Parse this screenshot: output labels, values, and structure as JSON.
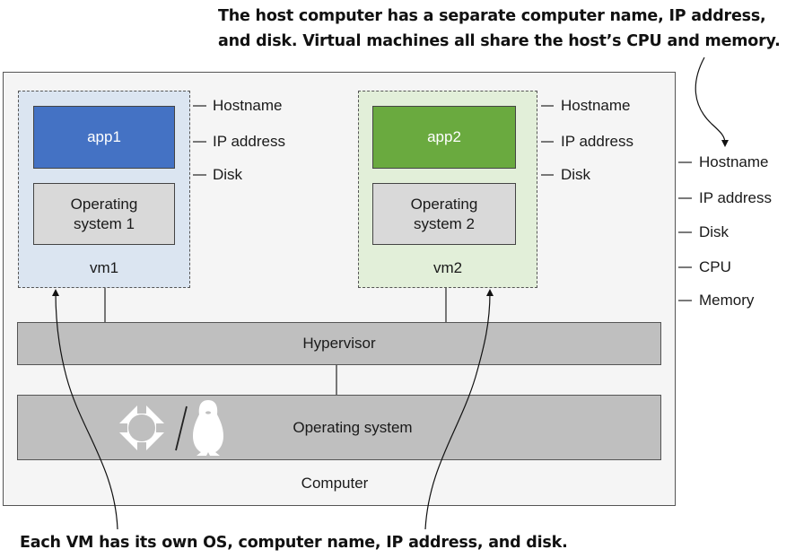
{
  "callouts": {
    "top_line1": "The host computer has a separate computer name, IP address,",
    "top_line2": "and disk. Virtual machines all share the host’s CPU and memory.",
    "bottom": "Each VM has its own OS, computer name, IP address, and disk."
  },
  "vm1": {
    "name": "vm1",
    "app": "app1",
    "os_line1": "Operating",
    "os_line2": "system 1",
    "labels": [
      "Hostname",
      "IP address",
      "Disk"
    ]
  },
  "vm2": {
    "name": "vm2",
    "app": "app2",
    "os_line1": "Operating",
    "os_line2": "system 2",
    "labels": [
      "Hostname",
      "IP address",
      "Disk"
    ]
  },
  "host": {
    "hypervisor": "Hypervisor",
    "os": "Operating system",
    "computer": "Computer",
    "labels": [
      "Hostname",
      "IP address",
      "Disk",
      "CPU",
      "Memory"
    ]
  },
  "icons": [
    "windows-logo-icon",
    "linux-penguin-icon"
  ],
  "colors": {
    "app1": "#4472c4",
    "app2": "#6aaa3f",
    "vm1_bg": "#dbe5f1",
    "vm2_bg": "#e2efd9",
    "bar": "#bfbfbf",
    "computer_bg": "#f5f5f5"
  }
}
